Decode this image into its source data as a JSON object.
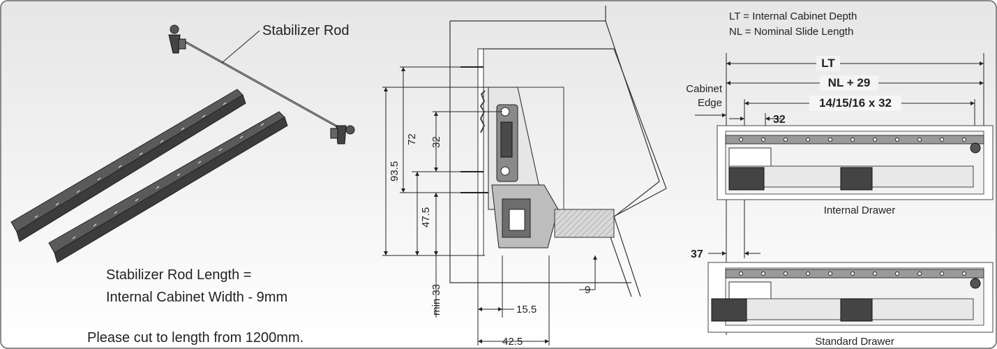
{
  "left": {
    "stabilizer_rod_label": "Stabilizer Rod",
    "rod_length_line1": "Stabilizer Rod Length =",
    "rod_length_line2": "Internal Cabinet Width - 9mm",
    "cut_note": "Please cut to length from 1200mm."
  },
  "section": {
    "dims": {
      "d93_5": "93.5",
      "d72": "72",
      "d32": "32",
      "d47_5": "47.5",
      "dmin33": "min 33",
      "d15_5": "15.5",
      "d42_5": "42.5",
      "d9": "9"
    }
  },
  "plan": {
    "legend_lt": "LT = Internal Cabinet Depth",
    "legend_nl": "NL = Nominal Slide Length",
    "lt": "LT",
    "nl29": "NL + 29",
    "spacing": "14/15/16 x 32",
    "d32": "32",
    "d37": "37",
    "cabinet_edge_1": "Cabinet",
    "cabinet_edge_2": "Edge",
    "internal_drawer": "Internal Drawer",
    "standard_drawer": "Standard Drawer"
  }
}
